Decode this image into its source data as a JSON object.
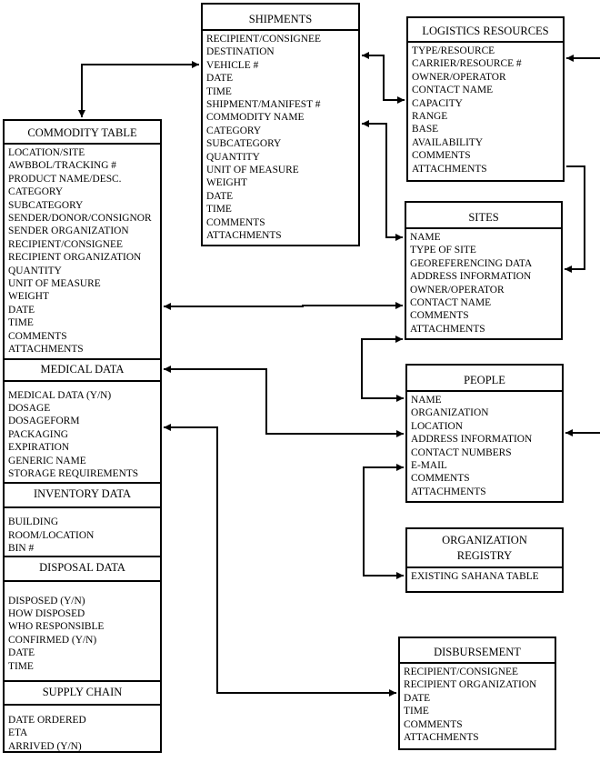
{
  "entities": {
    "shipments": {
      "title": "SHIPMENTS",
      "fields": [
        "RECIPIENT/CONSIGNEE",
        "DESTINATION",
        "VEHICLE #",
        "DATE",
        "TIME",
        "SHIPMENT/MANIFEST #",
        "COMMODITY NAME",
        "CATEGORY",
        "SUBCATEGORY",
        "QUANTITY",
        "UNIT OF MEASURE",
        "WEIGHT",
        "DATE",
        "TIME",
        "COMMENTS",
        "ATTACHMENTS"
      ]
    },
    "logistics": {
      "title": "LOGISTICS RESOURCES",
      "fields": [
        "TYPE/RESOURCE",
        "CARRIER/RESOURCE #",
        "OWNER/OPERATOR",
        "CONTACT NAME",
        "CAPACITY",
        "RANGE",
        "BASE",
        "AVAILABILITY",
        "COMMENTS",
        "ATTACHMENTS"
      ]
    },
    "commodity": {
      "title": "COMMODITY TABLE",
      "fields": [
        "LOCATION/SITE",
        "AWBBOL/TRACKING  #",
        "PRODUCT NAME/DESC.",
        "CATEGORY",
        "SUBCATEGORY",
        "SENDER/DONOR/CONSIGNOR",
        "SENDER ORGANIZATION",
        "RECIPIENT/CONSIGNEE",
        "RECIPIENT ORGANIZATION",
        "QUANTITY",
        "UNIT OF MEASURE",
        "WEIGHT",
        "DATE",
        "TIME",
        "COMMENTS",
        "ATTACHMENTS"
      ],
      "sections": [
        {
          "title": "MEDICAL DATA",
          "fields": [
            "MEDICAL DATA (Y/N)",
            "DOSAGE",
            "DOSAGEFORM",
            "PACKAGING",
            "EXPIRATION",
            "GENERIC NAME",
            "STORAGE REQUIREMENTS"
          ]
        },
        {
          "title": "INVENTORY DATA",
          "fields": [
            "BUILDING",
            "ROOM/LOCATION",
            "BIN #"
          ]
        },
        {
          "title": "DISPOSAL DATA",
          "fields": [
            "DISPOSED (Y/N)",
            "HOW DISPOSED",
            "WHO RESPONSIBLE",
            "CONFIRMED (Y/N)",
            "DATE",
            "TIME"
          ]
        },
        {
          "title": "SUPPLY CHAIN",
          "fields": [
            "DATE ORDERED",
            "ETA",
            "ARRIVED (Y/N)"
          ]
        }
      ]
    },
    "sites": {
      "title": "SITES",
      "fields": [
        "NAME",
        "TYPE OF SITE",
        "GEOREFERENCING  DATA",
        "ADDRESS INFORMATION",
        "OWNER/OPERATOR",
        "CONTACT NAME",
        "COMMENTS",
        "ATTACHMENTS"
      ]
    },
    "people": {
      "title": "PEOPLE",
      "fields": [
        "NAME",
        "ORGANIZATION",
        "LOCATION",
        "ADDRESS INFORMATION",
        "CONTACT NUMBERS",
        "E-MAIL",
        "COMMENTS",
        "ATTACHMENTS"
      ]
    },
    "org_registry": {
      "title_line1": "ORGANIZATION",
      "title_line2": "REGISTRY",
      "fields": [
        "EXISTING SAHANA TABLE"
      ]
    },
    "disbursement": {
      "title": "DISBURSEMENT",
      "fields": [
        "RECIPIENT/CONSIGNEE",
        "RECIPIENT ORGANIZATION",
        "DATE",
        "TIME",
        "COMMENTS",
        "ATTACHMENTS"
      ]
    }
  },
  "colors": {
    "line": "#000000",
    "background": "#ffffff"
  }
}
